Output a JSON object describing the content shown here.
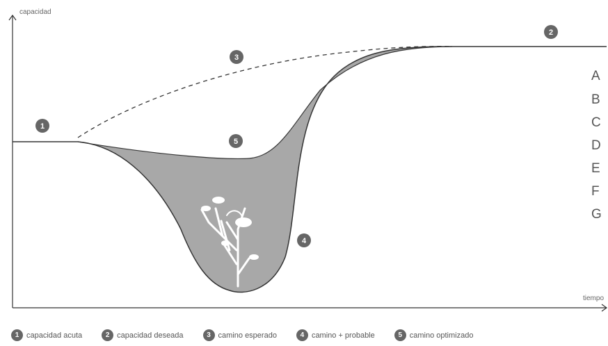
{
  "axes": {
    "y_label": "capacidad",
    "x_label": "tiempo"
  },
  "markers": [
    {
      "number": "1"
    },
    {
      "number": "2"
    },
    {
      "number": "3"
    },
    {
      "number": "4"
    },
    {
      "number": "5"
    }
  ],
  "side_letters": [
    "A",
    "B",
    "C",
    "D",
    "E",
    "F",
    "G"
  ],
  "legend": [
    {
      "number": "1",
      "label": "capacidad acuta"
    },
    {
      "number": "2",
      "label": "capacidad deseada"
    },
    {
      "number": "3",
      "label": "camino esperado"
    },
    {
      "number": "4",
      "label": "camino + probable"
    },
    {
      "number": "5",
      "label": "camino optimizado"
    }
  ],
  "colors": {
    "fill": "#a8a8a8",
    "marker": "#666666",
    "line": "#333333"
  }
}
